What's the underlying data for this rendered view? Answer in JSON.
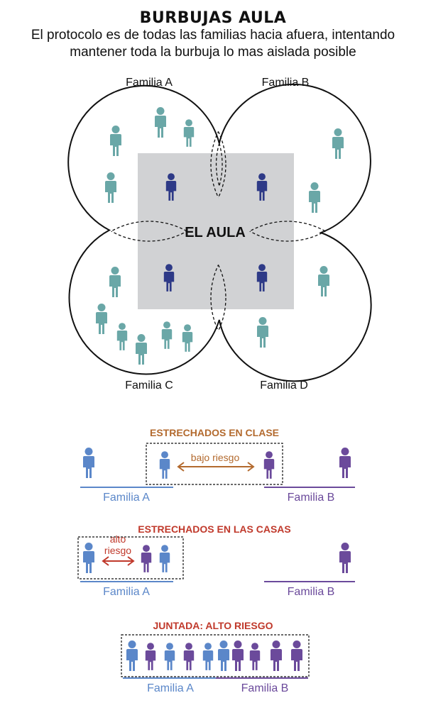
{
  "title": "BURBUJAS AULA",
  "subtitle_line1": "El protocolo es de todas las familias hacia afuera, intentando",
  "subtitle_line2": "mantener toda la burbuja lo mas aislada posible",
  "venn": {
    "classroom_label": "EL AULA",
    "family_labels": [
      "Familia A",
      "Familia B",
      "Familia C",
      "Familia D"
    ]
  },
  "sections": [
    {
      "heading": "ESTRECHADOS EN CLASE",
      "arrow_label": "bajo riesgo",
      "family_a": "Familia A",
      "family_b": "Familia B"
    },
    {
      "heading": "ESTRECHADOS EN LAS CASAS",
      "arrow_label_line1": "alto",
      "arrow_label_line2": "riesgo",
      "family_a": "Familia A",
      "family_b": "Familia B"
    },
    {
      "heading": "JUNTADA: ALTO RIESGO",
      "family_a": "Familia A",
      "family_b": "Familia B"
    }
  ],
  "colors": {
    "teal": "#6aa7a7",
    "navy": "#2e3a87",
    "blue": "#5b87c9",
    "purple": "#6b4a9b",
    "orange": "#b36a2e",
    "red": "#c0392b",
    "gray": "#d1d2d4"
  }
}
